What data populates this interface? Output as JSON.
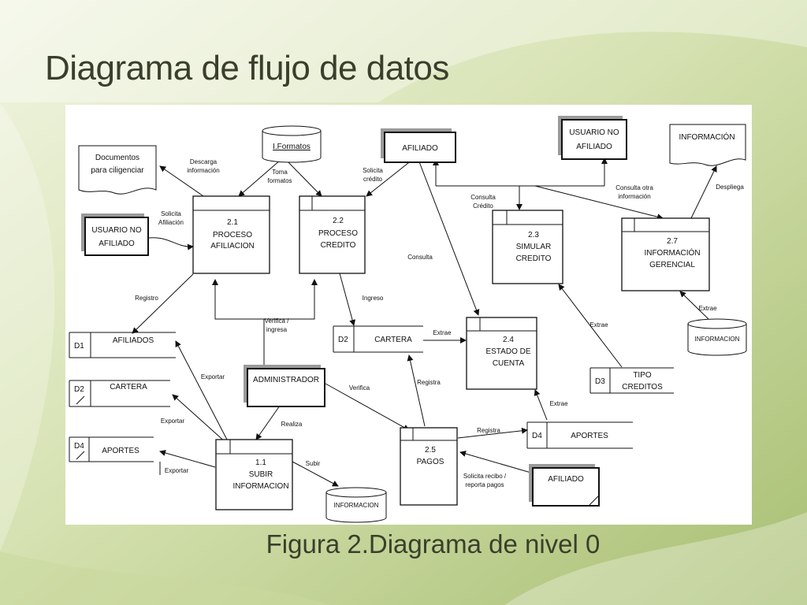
{
  "slide": {
    "title": "Diagrama de flujo de datos",
    "caption": "Figura 2.Diagrama de nivel 0"
  },
  "colors": {
    "background_light": "#eef3dc",
    "background_dark": "#a9bf73",
    "title_text": "#3a3f2c",
    "diagram_background": "#ffffff",
    "line": "#111111",
    "box_shadow": "#9a9a9a"
  },
  "diagram": {
    "entities": {
      "usuario_no_afiliado_left": [
        "USUARIO NO",
        "AFILIADO"
      ],
      "afiliado_top": [
        "AFILIADO"
      ],
      "usuario_no_afiliado_top": [
        "USUARIO NO",
        "AFILIADO"
      ],
      "administrador": [
        "ADMINISTRADOR"
      ],
      "afiliado_bottom": [
        "AFILIADO"
      ]
    },
    "processes": {
      "p2_1": {
        "id": "2.1",
        "lines": [
          "PROCESO",
          "AFILIACION"
        ]
      },
      "p2_2": {
        "id": "2.2",
        "lines": [
          "PROCESO",
          "CREDITO"
        ]
      },
      "p2_3": {
        "id": "2.3",
        "lines": [
          "SIMULAR",
          "CREDITO"
        ]
      },
      "p2_7": {
        "id": "2.7",
        "lines": [
          "INFORMACIÓN",
          "GERENCIAL"
        ]
      },
      "p2_4": {
        "id": "2.4",
        "lines": [
          "ESTADO DE",
          "CUENTA"
        ]
      },
      "p1_1": {
        "id": "1.1",
        "lines": [
          "SUBIR",
          "INFORMACION"
        ]
      },
      "p2_5": {
        "id": "2.5",
        "lines": [
          "PAGOS"
        ]
      }
    },
    "stores": {
      "s_afiliados": {
        "id": "D1",
        "label": "AFILIADOS"
      },
      "s_cartera_left": {
        "id": "D2",
        "label": "CARTERA"
      },
      "s_aportes_left": {
        "id": "D4",
        "label": "APORTES"
      },
      "s_cartera_mid": {
        "id": "D2",
        "label": "CARTERA"
      },
      "s_aportes_right": {
        "id": "D4",
        "label": "APORTES"
      },
      "s_tipo": {
        "id": "D3",
        "lines": [
          "TIPO",
          "CREDITOS"
        ]
      }
    },
    "documents": {
      "doc_left": [
        "Documentos",
        "para ciligenciar"
      ],
      "doc_right": [
        "INFORMACIÓN"
      ]
    },
    "cylinders": {
      "cyl_formatos": "I.Formatos",
      "cyl_info_right": "INFORMACION",
      "cyl_info_bottom": "INFORMACION"
    },
    "flow_labels": {
      "descarga": [
        "Descarga",
        "información"
      ],
      "toma": [
        "Toma",
        "formatos"
      ],
      "solicita_credito": [
        "Solicita",
        "crédito"
      ],
      "solicita_afiliacion": [
        "Solicita",
        "Afiliación"
      ],
      "consulta_credito": [
        "Consulta",
        "Crédito"
      ],
      "consulta_otra": [
        "Consulta otra",
        "información"
      ],
      "despliega": [
        "Despliega"
      ],
      "consulta": [
        "Consulta"
      ],
      "registro": [
        "Registro"
      ],
      "ingreso": [
        "Ingreso"
      ],
      "verifica_ingresa": [
        "Verifica /",
        "ingresa"
      ],
      "extrae_cartera": [
        "Extrae"
      ],
      "extrae_tipo": [
        "Extrae"
      ],
      "extrae_info": [
        "Extrae"
      ],
      "exportar_d1": [
        "Exportar"
      ],
      "exportar_d2": [
        "Exportar"
      ],
      "exportar_d4": [
        "Exportar"
      ],
      "verifica": [
        "Verifica"
      ],
      "registra_cartera": [
        "Registra"
      ],
      "realiza": [
        "Realiza"
      ],
      "extrae_aportes": [
        "Extrae"
      ],
      "registra_aportes": [
        "Registra"
      ],
      "subir": [
        "Subir"
      ],
      "solicita_recibo": [
        "Solicita recibo /",
        "reporta pagos"
      ]
    }
  }
}
